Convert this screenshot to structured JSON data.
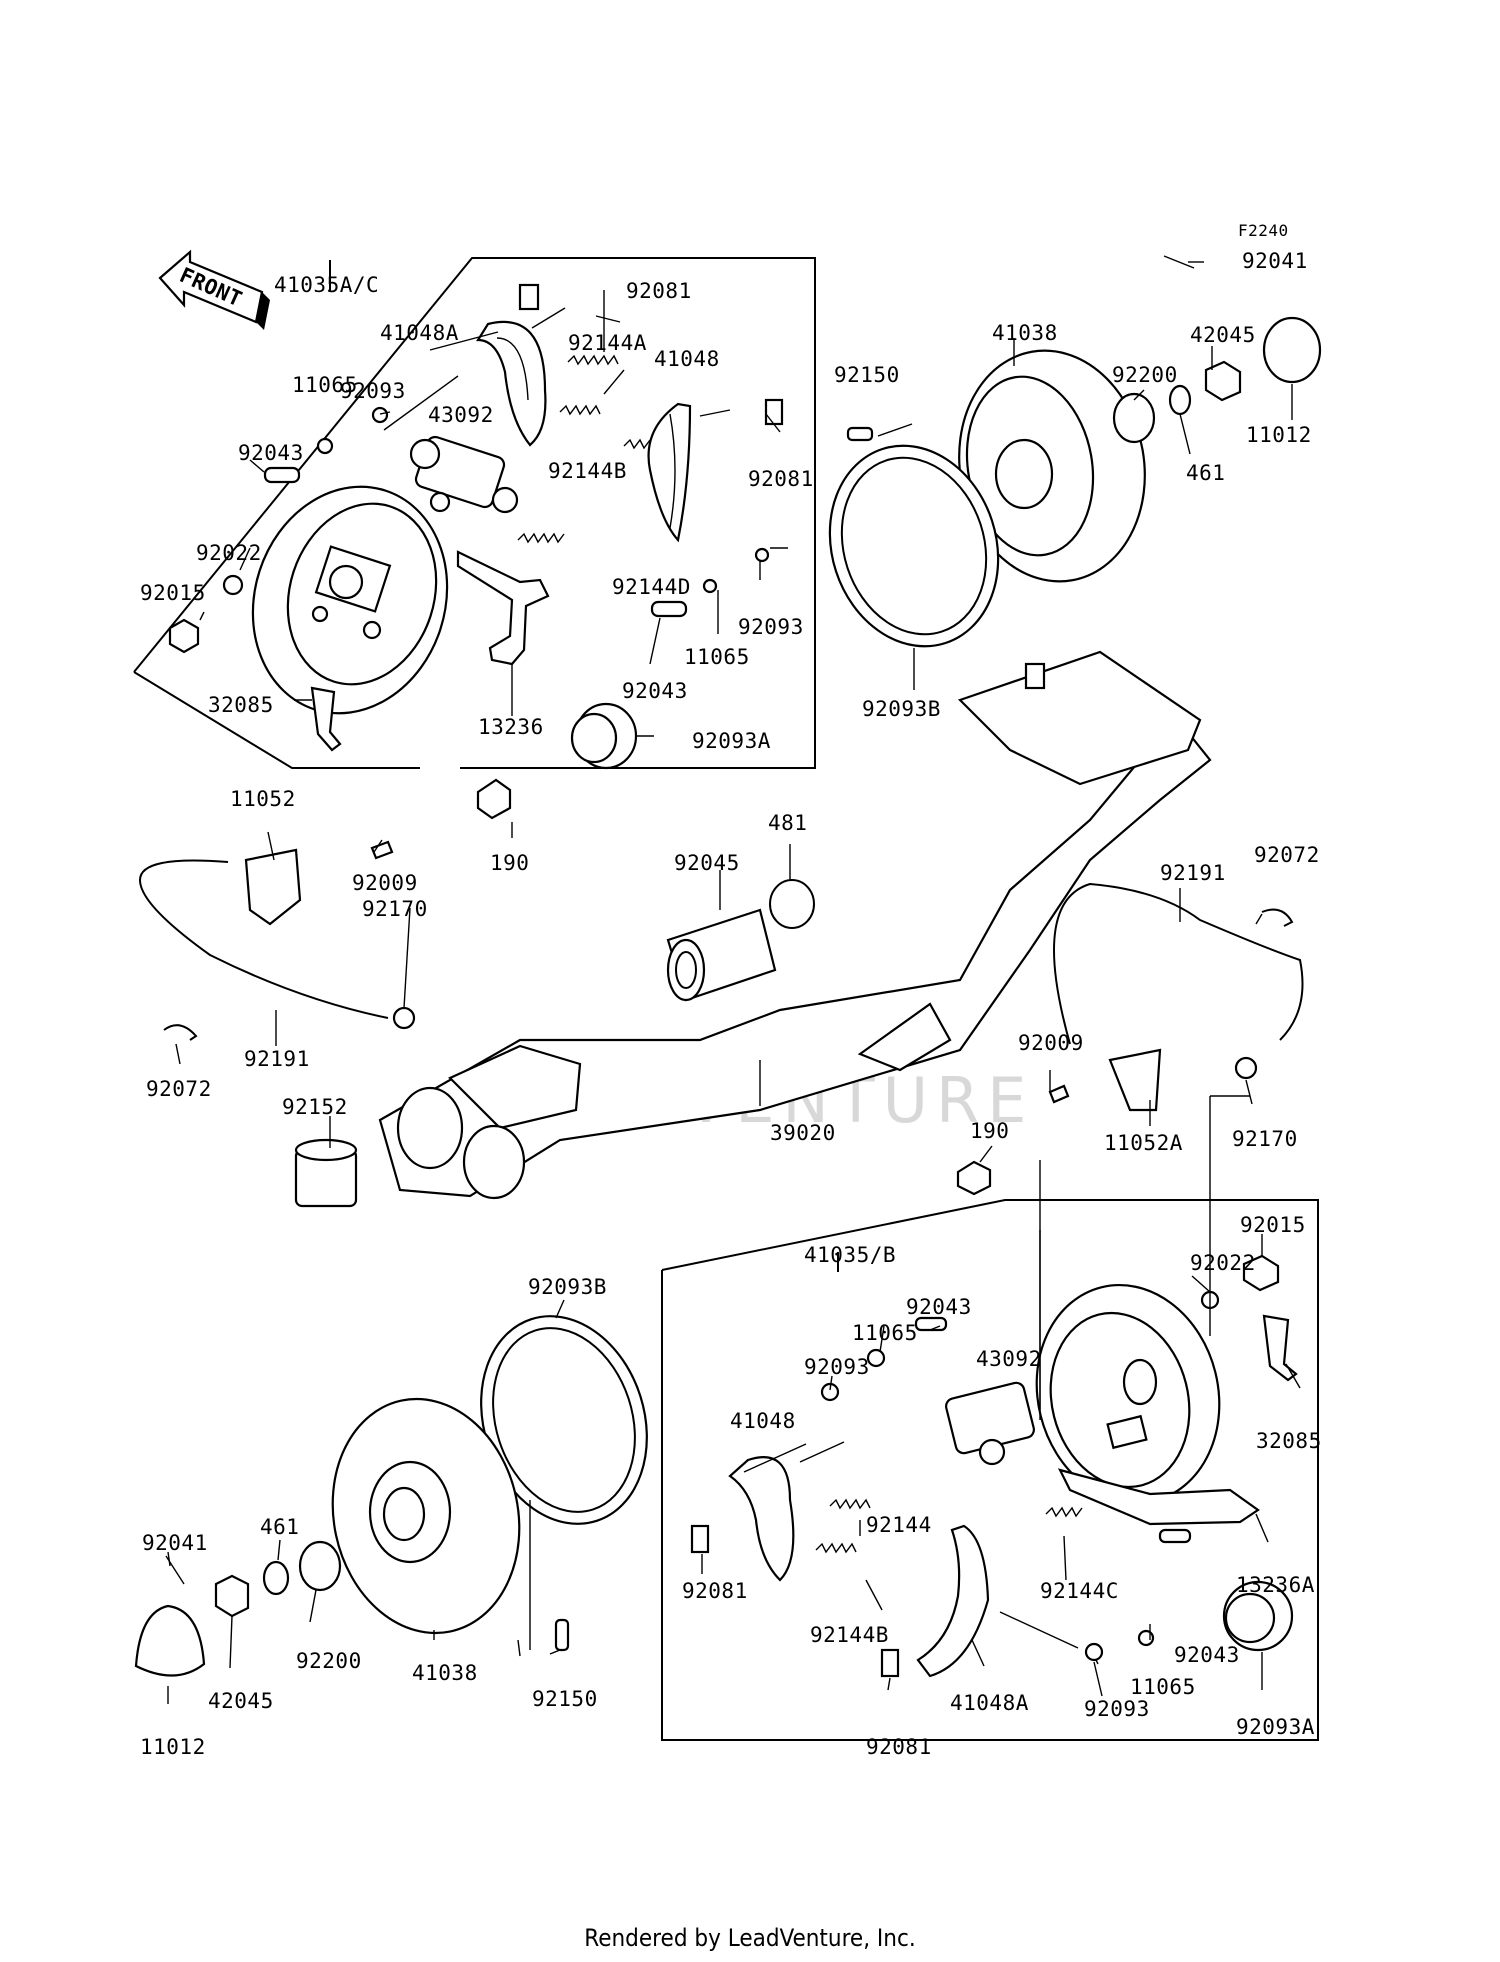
{
  "diagram_code": "F2240",
  "front_label": "FRONT",
  "watermark": "LEADVENTURE",
  "footer": "Rendered by LeadVenture, Inc.",
  "part_labels": [
    "41035A/C",
    "41048A",
    "92081",
    "92144A",
    "41048",
    "92093",
    "11065",
    "43092",
    "92043",
    "92144B",
    "92081",
    "92022",
    "92015",
    "92144D",
    "92093",
    "11065",
    "92043",
    "32085",
    "13236",
    "92093A",
    "92150",
    "41038",
    "92200",
    "42045",
    "92041",
    "11012",
    "461",
    "92093B",
    "11052",
    "92009",
    "92170",
    "190",
    "92045",
    "481",
    "92191",
    "92072",
    "92191",
    "92072",
    "92009",
    "11052A",
    "92170",
    "92152",
    "39020",
    "190",
    "41035/B",
    "92043",
    "11065",
    "43092",
    "92093",
    "92015",
    "92022",
    "41048",
    "92081",
    "92144",
    "92144B",
    "92144C",
    "13236A",
    "32085",
    "92043",
    "11065",
    "92093",
    "92093A",
    "92081",
    "41048A",
    "92093B",
    "461",
    "92041",
    "42045",
    "92200",
    "41038",
    "92150",
    "11012"
  ]
}
